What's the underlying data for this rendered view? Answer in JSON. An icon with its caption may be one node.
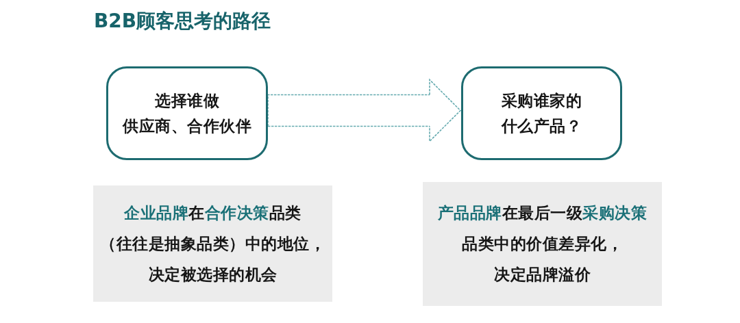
{
  "diagram": {
    "title": "B2B顾客思考的路径",
    "nodes": [
      {
        "text": [
          "选择谁做供应商、合作伙伴"
        ]
      },
      {
        "text": [
          "采购谁家的什么产品？"
        ]
      },
      {
        "text": [
          "**企业品牌**在**合作决策**品类（往往是抽象品类）中的地位，决定被选择的机会"
        ]
      },
      {
        "text": [
          "**产品品牌**在最后一级**采购决策**品类中的价值差异化，决定品牌溢价"
        ]
      }
    ],
    "edges": [
      {
        "from": 0,
        "to": 1,
        "arrow": "to",
        "style": "dashed",
        "color": "#66abb0"
      }
    ]
  }
}
